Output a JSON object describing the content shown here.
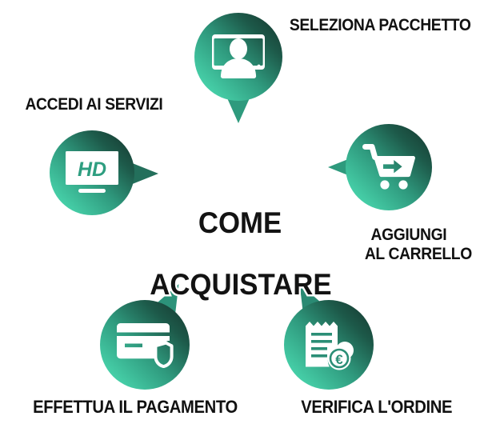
{
  "infographic": {
    "title_line1": "COME",
    "title_line2": "ACQUISTARE",
    "language": "it",
    "colors": {
      "gradient_light": "#4AD5AC",
      "gradient_dark": "#16352C",
      "text_fill": "#111111",
      "text_outline": "#FFFFFF",
      "background": "#FFFFFF"
    },
    "steps": [
      {
        "id": "accedi",
        "label": "ACCEDI AI SERVIZI",
        "icon": "hd-monitor-icon",
        "tail_direction": "right"
      },
      {
        "id": "seleziona",
        "label": "SELEZIONA PACCHETTO",
        "icon": "monitor-person-icon",
        "tail_direction": "down"
      },
      {
        "id": "carrello",
        "label_line1": "AGGIUNGI",
        "label_line2": "AL CARRELLO",
        "icon": "shopping-cart-arrow-icon",
        "tail_direction": "left"
      },
      {
        "id": "pagamento",
        "label": "EFFETTUA IL PAGAMENTO",
        "icon": "credit-card-shield-icon",
        "tail_direction": "up-right"
      },
      {
        "id": "verifica",
        "label": "VERIFICA L'ORDINE",
        "icon": "receipt-euro-icon",
        "tail_direction": "up-left"
      }
    ],
    "icon_text": {
      "hd_badge": "HD",
      "euro_symbol": "€"
    }
  }
}
